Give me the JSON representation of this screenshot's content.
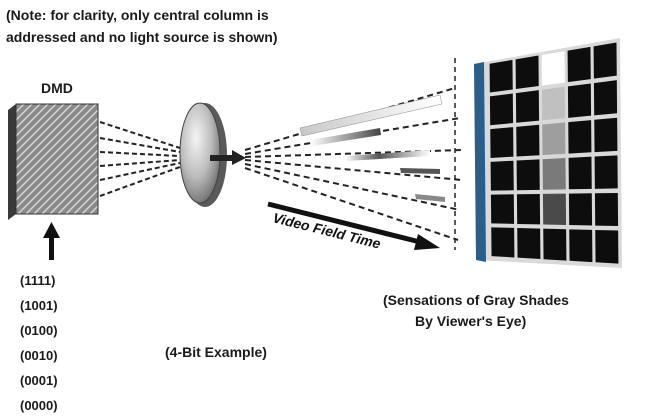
{
  "note": {
    "line1": "(Note: for clarity, only central column is",
    "line2": "addressed and no light source is shown)"
  },
  "dmd": {
    "label": "DMD"
  },
  "bit_codes": [
    "(1111)",
    "(1001)",
    "(0100)",
    "(0010)",
    "(0001)",
    "(0000)"
  ],
  "bit_example": "(4-Bit Example)",
  "video_field_time": "Video Field Time",
  "gray_caption": {
    "line1": "(Sensations of Gray Shades",
    "line2": "By Viewer's Eye)"
  },
  "colors": {
    "grid_cell": "#0d0d0d",
    "screen_edge": "#2a5f8c",
    "lens_light": "#f4f4f4",
    "lens_dark": "#6e6e6e"
  },
  "gray_column_shades": [
    "#ffffff",
    "#c0c0c0",
    "#9e9e9e",
    "#7a7a7a",
    "#4a4a4a",
    "#0d0d0d"
  ]
}
